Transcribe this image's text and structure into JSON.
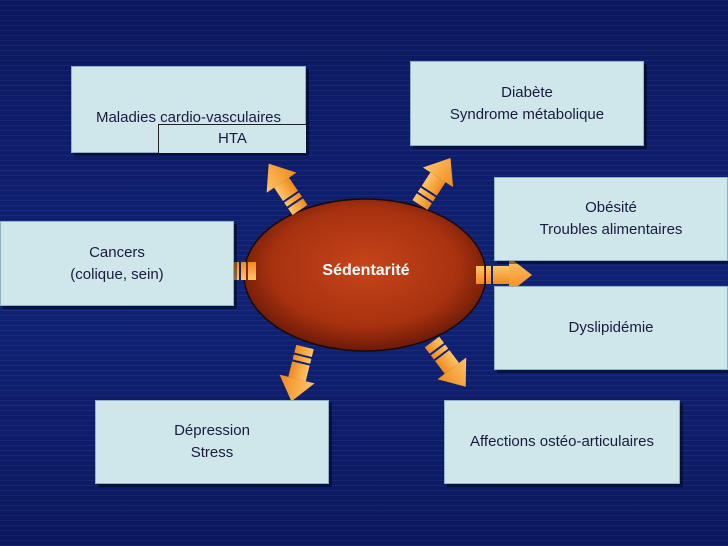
{
  "center": {
    "label": "Sédentarité"
  },
  "boxes": {
    "cardio": {
      "line1": "Maladies cardio-vasculaires",
      "sub": "HTA"
    },
    "diabete": {
      "line1": "Diabète",
      "line2": "Syndrome métabolique"
    },
    "obesite": {
      "line1": "Obésité",
      "line2": "Troubles alimentaires"
    },
    "dyslipidemie": {
      "line1": "Dyslipidémie"
    },
    "osteo": {
      "line1": "Affections ostéo-articulaires"
    },
    "depression": {
      "line1": "Dépression",
      "line2": "Stress"
    },
    "cancers": {
      "line1": "Cancers",
      "line2": "(colique, sein)"
    }
  },
  "colors": {
    "arrow": "#f6a23c",
    "ellipse_dark": "#6b1a08",
    "ellipse_mid": "#c13c12",
    "box_fill": "#cfe7ea"
  }
}
